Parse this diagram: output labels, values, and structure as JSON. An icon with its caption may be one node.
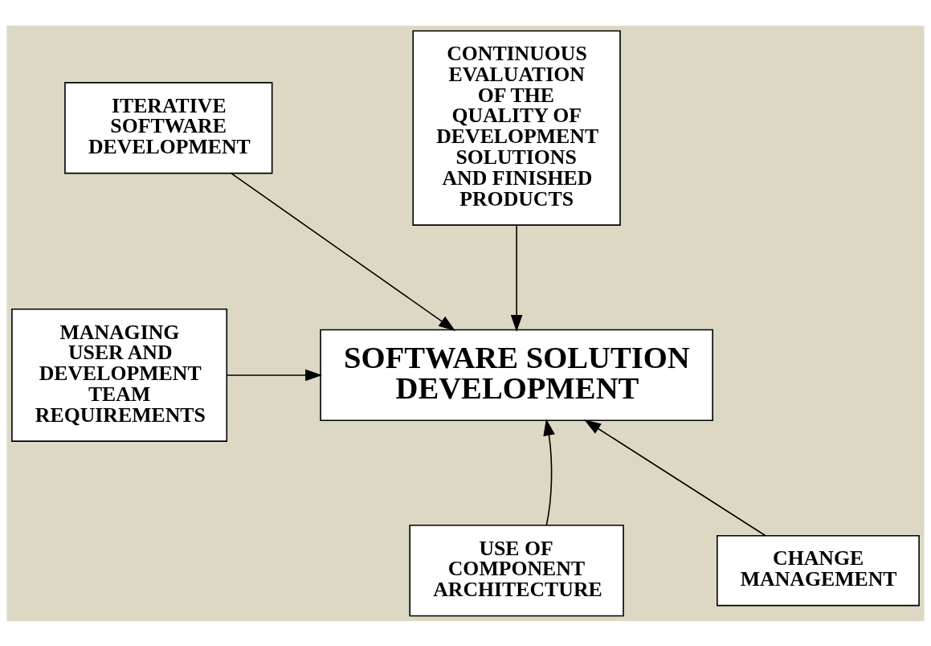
{
  "diagram": {
    "nodes": [
      {
        "text": [
          "ITERATIVE SOFTWARE DEVELOPMENT"
        ]
      },
      {
        "text": [
          "CONTINUOUS EVALUATION OF THE QUALITY OF DEVELOPMENT SOLUTIONS AND FINISHED PRODUCTS"
        ]
      },
      {
        "text": [
          "MANAGING USER AND DEVELOPMENT TEAM REQUIREMENTS"
        ]
      },
      {
        "text": [
          "SOFTWARE SOLUTION DEVELOPMENT"
        ]
      },
      {
        "text": [
          "USE OF COMPONENT ARCHITECTURE"
        ]
      },
      {
        "text": [
          "CHANGE MANAGEMENT"
        ]
      }
    ],
    "edges": [
      {
        "from": 0,
        "to": 3,
        "arrow": "to"
      },
      {
        "from": 1,
        "to": 3,
        "arrow": "to"
      },
      {
        "from": 2,
        "to": 3,
        "arrow": "to"
      },
      {
        "from": 4,
        "to": 3,
        "arrow": "to"
      },
      {
        "from": 5,
        "to": 3,
        "arrow": "to"
      }
    ]
  }
}
